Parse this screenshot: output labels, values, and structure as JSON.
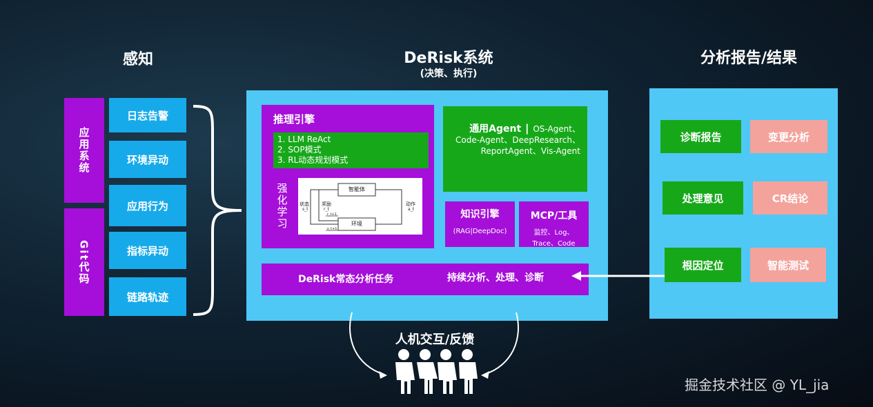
{
  "sections": {
    "perception_title": "感知",
    "system_title": "DeRisk系统",
    "system_subtitle": "(决策、执行)",
    "report_title": "分析报告/结果"
  },
  "perception": {
    "group_app": "应用系统",
    "group_git": "Git代码",
    "items": [
      "日志告警",
      "环境异动",
      "应用行为",
      "指标异动",
      "链路轨迹"
    ]
  },
  "reasoning": {
    "title": "推理引擎",
    "modes": [
      "1. LLM ReAct",
      "2. SOP模式",
      "3. RL动态规划模式"
    ],
    "rl_label": "强化学习",
    "rl_figure": {
      "agent": "智能体",
      "env": "环境",
      "state": "状态",
      "state_sym": "s_t",
      "reward": "奖励",
      "reward_sym": "r_t",
      "action": "动作",
      "action_sym": "a_t",
      "next_reward": "r_t+1",
      "next_state": "s_t+1"
    }
  },
  "agent": {
    "title": "通用Agent",
    "sep": "|",
    "line1": "OS-Agent、",
    "line2": "Code-Agent、DeepResearch、",
    "line3": "ReportAgent、Vis-Agent"
  },
  "knowledge": {
    "title": "知识引擎",
    "sub": "(RAG|DeepDoc)"
  },
  "mcp": {
    "title": "MCP/工具",
    "line1": "监控、Log、",
    "line2": "Trace、Code"
  },
  "task": {
    "left": "DeRisk常态分析任务",
    "right": "持续分析、处理、诊断"
  },
  "results": {
    "rows": [
      {
        "left": "诊断报告",
        "right": "变更分析"
      },
      {
        "left": "处理意见",
        "right": "CR结论"
      },
      {
        "left": "根因定位",
        "right": "智能测试"
      }
    ]
  },
  "feedback": {
    "label": "人机交互/反馈"
  },
  "watermark": "掘金技术社区 @ YL_jia",
  "colors": {
    "purple": "#a50fd9",
    "blue": "#17aaea",
    "cyan": "#4fc8f5",
    "green": "#17a81a",
    "pink": "#f3a39c",
    "background": "#0f2231"
  }
}
